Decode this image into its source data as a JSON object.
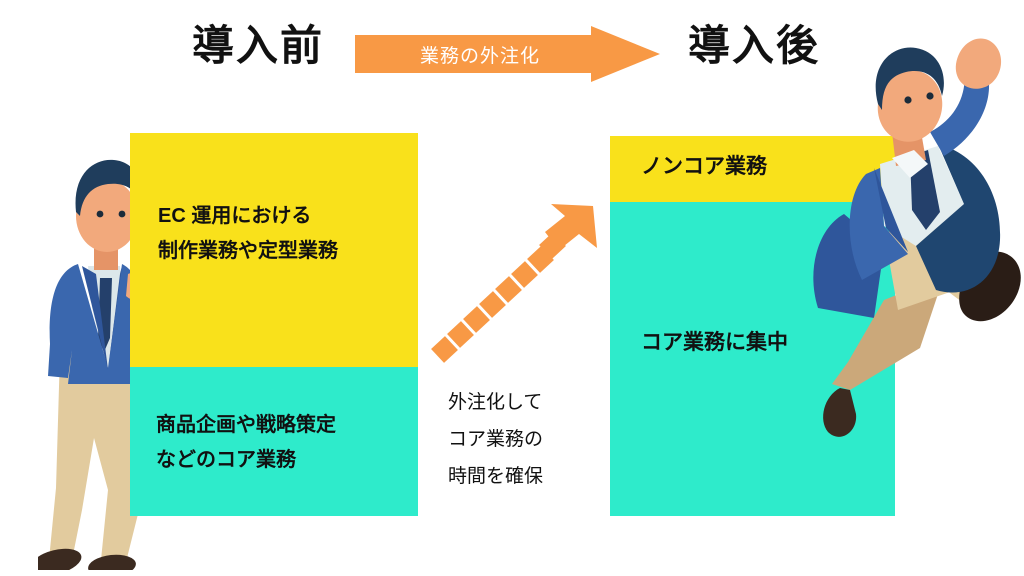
{
  "headings": {
    "before": "導入前",
    "after": "導入後"
  },
  "banner": {
    "label": "業務の外注化",
    "color": "#F89945",
    "text_color": "#FFFFFF",
    "icon": "right-arrow-banner"
  },
  "colors": {
    "noncore": "#F9E11B",
    "core": "#2EEBCB",
    "accent": "#F89945",
    "text": "#111111",
    "background": "#FFFFFF",
    "suit_blue": "#3A67AE",
    "suit_navy": "#1F4670",
    "trouser_beige": "#E2CB9E",
    "shoe_brown": "#3B2A20",
    "skin": "#F2A97C"
  },
  "before_bar": {
    "noncore_label": "EC 運用における\n制作業務や定型業務",
    "core_label": "商品企画や戦略策定\nなどのコア業務",
    "noncore_ratio": 0.61,
    "core_ratio": 0.39
  },
  "after_bar": {
    "noncore_label": "ノンコア業務",
    "core_label": "コア業務に集中",
    "noncore_ratio": 0.17,
    "core_ratio": 0.83
  },
  "middle": {
    "caption": "外注化して\nコア業務の\n時間を確保",
    "arrow_icon": "dashed-up-right-arrow"
  },
  "illustrations": {
    "left": "thinking-businessman",
    "right": "jumping-businessman"
  }
}
